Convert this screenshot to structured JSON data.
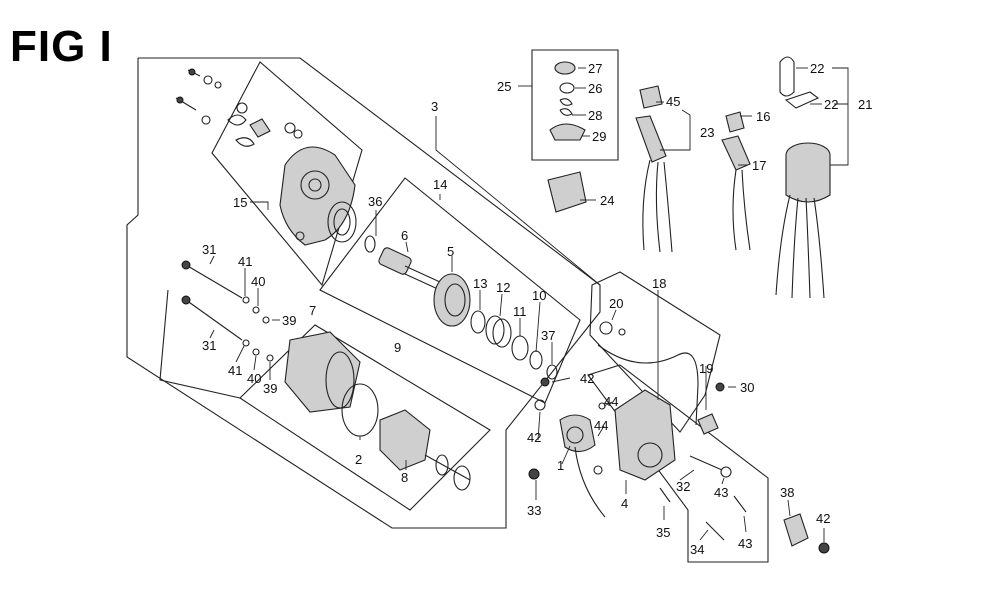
{
  "figure": {
    "title": "FIG I"
  },
  "callouts": [
    {
      "id": "c27",
      "text": "27"
    },
    {
      "id": "c26",
      "text": "26"
    },
    {
      "id": "c25",
      "text": "25"
    },
    {
      "id": "c28",
      "text": "28"
    },
    {
      "id": "c29",
      "text": "29"
    },
    {
      "id": "c24",
      "text": "24"
    },
    {
      "id": "c45",
      "text": "45"
    },
    {
      "id": "c23",
      "text": "23"
    },
    {
      "id": "c16",
      "text": "16"
    },
    {
      "id": "c17",
      "text": "17"
    },
    {
      "id": "c22a",
      "text": "22"
    },
    {
      "id": "c22b",
      "text": "22"
    },
    {
      "id": "c21",
      "text": "21"
    },
    {
      "id": "c3",
      "text": "3"
    },
    {
      "id": "c14",
      "text": "14"
    },
    {
      "id": "c15",
      "text": "15"
    },
    {
      "id": "c36",
      "text": "36"
    },
    {
      "id": "c6",
      "text": "6"
    },
    {
      "id": "c5",
      "text": "5"
    },
    {
      "id": "c13",
      "text": "13"
    },
    {
      "id": "c12",
      "text": "12"
    },
    {
      "id": "c10",
      "text": "10"
    },
    {
      "id": "c11",
      "text": "11"
    },
    {
      "id": "c37",
      "text": "37"
    },
    {
      "id": "c31a",
      "text": "31"
    },
    {
      "id": "c41a",
      "text": "41"
    },
    {
      "id": "c40a",
      "text": "40"
    },
    {
      "id": "c39a",
      "text": "39"
    },
    {
      "id": "c7",
      "text": "7"
    },
    {
      "id": "c9",
      "text": "9"
    },
    {
      "id": "c31b",
      "text": "31"
    },
    {
      "id": "c41b",
      "text": "41"
    },
    {
      "id": "c40b",
      "text": "40"
    },
    {
      "id": "c39b",
      "text": "39"
    },
    {
      "id": "c2",
      "text": "2"
    },
    {
      "id": "c8",
      "text": "8"
    },
    {
      "id": "c18",
      "text": "18"
    },
    {
      "id": "c20",
      "text": "20"
    },
    {
      "id": "c19",
      "text": "19"
    },
    {
      "id": "c30",
      "text": "30"
    },
    {
      "id": "c42a",
      "text": "42"
    },
    {
      "id": "c44a",
      "text": "44"
    },
    {
      "id": "c44b",
      "text": "44"
    },
    {
      "id": "c42b",
      "text": "42"
    },
    {
      "id": "c1",
      "text": "1"
    },
    {
      "id": "c33",
      "text": "33"
    },
    {
      "id": "c4",
      "text": "4"
    },
    {
      "id": "c32",
      "text": "32"
    },
    {
      "id": "c43a",
      "text": "43"
    },
    {
      "id": "c35",
      "text": "35"
    },
    {
      "id": "c38",
      "text": "38"
    },
    {
      "id": "c42c",
      "text": "42"
    },
    {
      "id": "c34",
      "text": "34"
    },
    {
      "id": "c43b",
      "text": "43"
    }
  ]
}
